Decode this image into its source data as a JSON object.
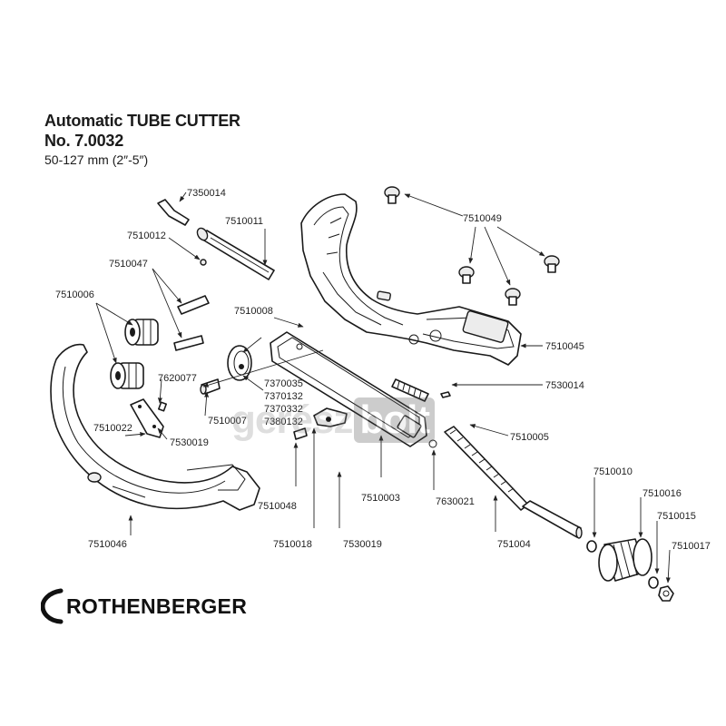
{
  "title": {
    "line1": "Automatic TUBE CUTTER",
    "line2": "No. 7.0032",
    "line3": "50-127 mm (2″-5″)"
  },
  "brand": "ROTHENBERGER",
  "watermark": {
    "word": "gerész",
    "box": "bolt"
  },
  "part_numbers": [
    "7350014",
    "7510011",
    "7510012",
    "7510047",
    "7510006",
    "7510049",
    "7510008",
    "7510045",
    "7620077",
    "7370035",
    "7370132",
    "7370332",
    "7380132",
    "7510007",
    "7530014",
    "7510022",
    "7530019",
    "7510005",
    "7510048",
    "7510003",
    "7630021",
    "7510010",
    "7510016",
    "7510015",
    "7510017",
    "7510046",
    "7510018",
    "7530019",
    "751004"
  ]
}
